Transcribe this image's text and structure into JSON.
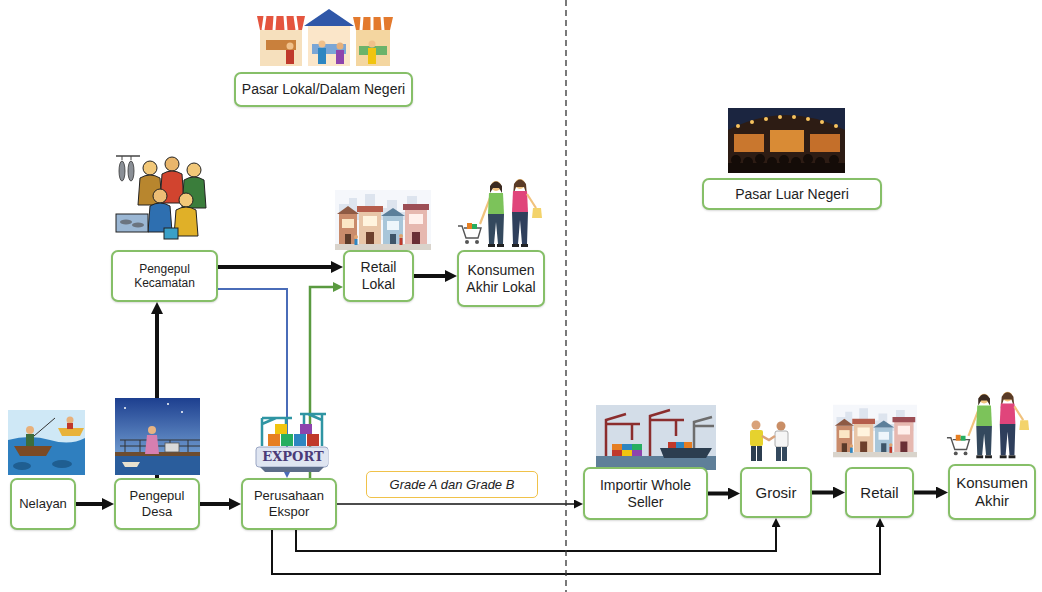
{
  "diagram": {
    "nodes": [
      {
        "text": [
          "Pasar Lokal/Dalam Negeri"
        ]
      },
      {
        "text": [
          "Pasar Luar Negeri"
        ]
      },
      {
        "text": [
          "Pengepul Kecamatan"
        ]
      },
      {
        "text": [
          "Retail Lokal"
        ]
      },
      {
        "text": [
          "Konsumen Akhir Lokal"
        ]
      },
      {
        "text": [
          "Nelayan"
        ]
      },
      {
        "text": [
          "Pengepul Desa"
        ]
      },
      {
        "text": [
          "Perusahaan Ekspor"
        ]
      },
      {
        "text": [
          "Importir Whole Seller"
        ]
      },
      {
        "text": [
          "Grosir"
        ]
      },
      {
        "text": [
          "Retail"
        ]
      },
      {
        "text": [
          "Konsumen Akhir"
        ]
      }
    ],
    "edges": [
      {
        "from": 5,
        "to": 6,
        "arrow": "to"
      },
      {
        "from": 6,
        "to": 7,
        "arrow": "to"
      },
      {
        "from": 6,
        "to": 2,
        "arrow": "to"
      },
      {
        "from": 2,
        "to": 3,
        "arrow": "to"
      },
      {
        "from": 3,
        "to": 4,
        "arrow": "to"
      },
      {
        "from": 2,
        "to": 7,
        "arrow": "to"
      },
      {
        "from": 7,
        "to": 3,
        "arrow": "to"
      },
      {
        "from": 7,
        "to": 8,
        "label": "Grade A dan Grade B",
        "arrow": "to"
      },
      {
        "from": 8,
        "to": 9,
        "arrow": "to"
      },
      {
        "from": 9,
        "to": 10,
        "arrow": "to"
      },
      {
        "from": 10,
        "to": 11,
        "arrow": "to"
      },
      {
        "from": 7,
        "to": 9,
        "arrow": "to"
      },
      {
        "from": 7,
        "to": 10,
        "arrow": "to"
      }
    ],
    "labels": [
      "EXPORT"
    ]
  }
}
